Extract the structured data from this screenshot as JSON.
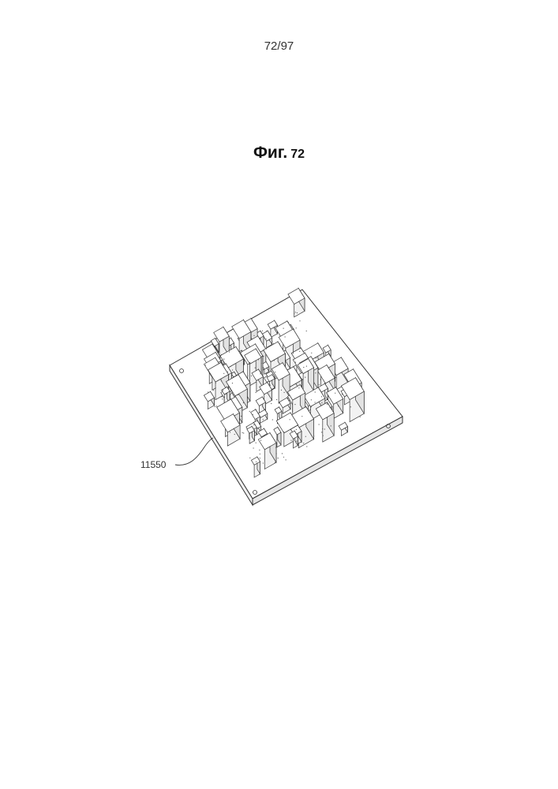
{
  "page": {
    "number": "72/97"
  },
  "figure": {
    "prefix": "Фиг.",
    "number": "72"
  },
  "reference": {
    "label": "11550"
  },
  "colors": {
    "line": "#333333",
    "fill": "#ffffff",
    "shade": "#e6e6e6"
  }
}
